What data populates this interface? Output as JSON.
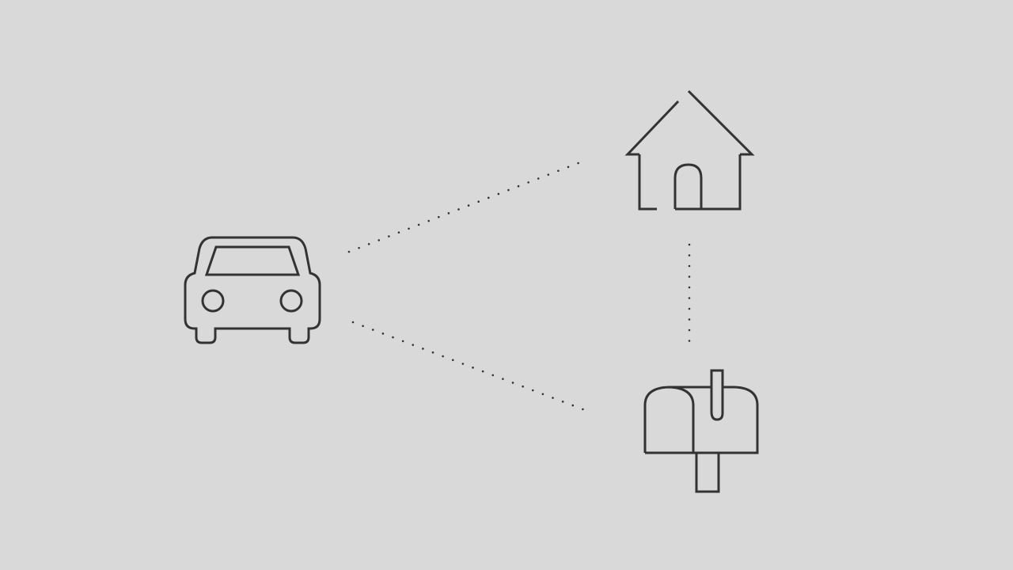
{
  "diagram": {
    "background_color": "#d9d9d9",
    "line_color": "#333333",
    "nodes": [
      {
        "id": "car",
        "icon": "car-icon"
      },
      {
        "id": "house",
        "icon": "house-icon"
      },
      {
        "id": "mailbox",
        "icon": "mailbox-icon"
      }
    ],
    "connectors": [
      {
        "from": "car",
        "to": "house",
        "style": "dotted"
      },
      {
        "from": "car",
        "to": "mailbox",
        "style": "dotted"
      },
      {
        "from": "house",
        "to": "mailbox",
        "style": "dotted"
      }
    ]
  }
}
